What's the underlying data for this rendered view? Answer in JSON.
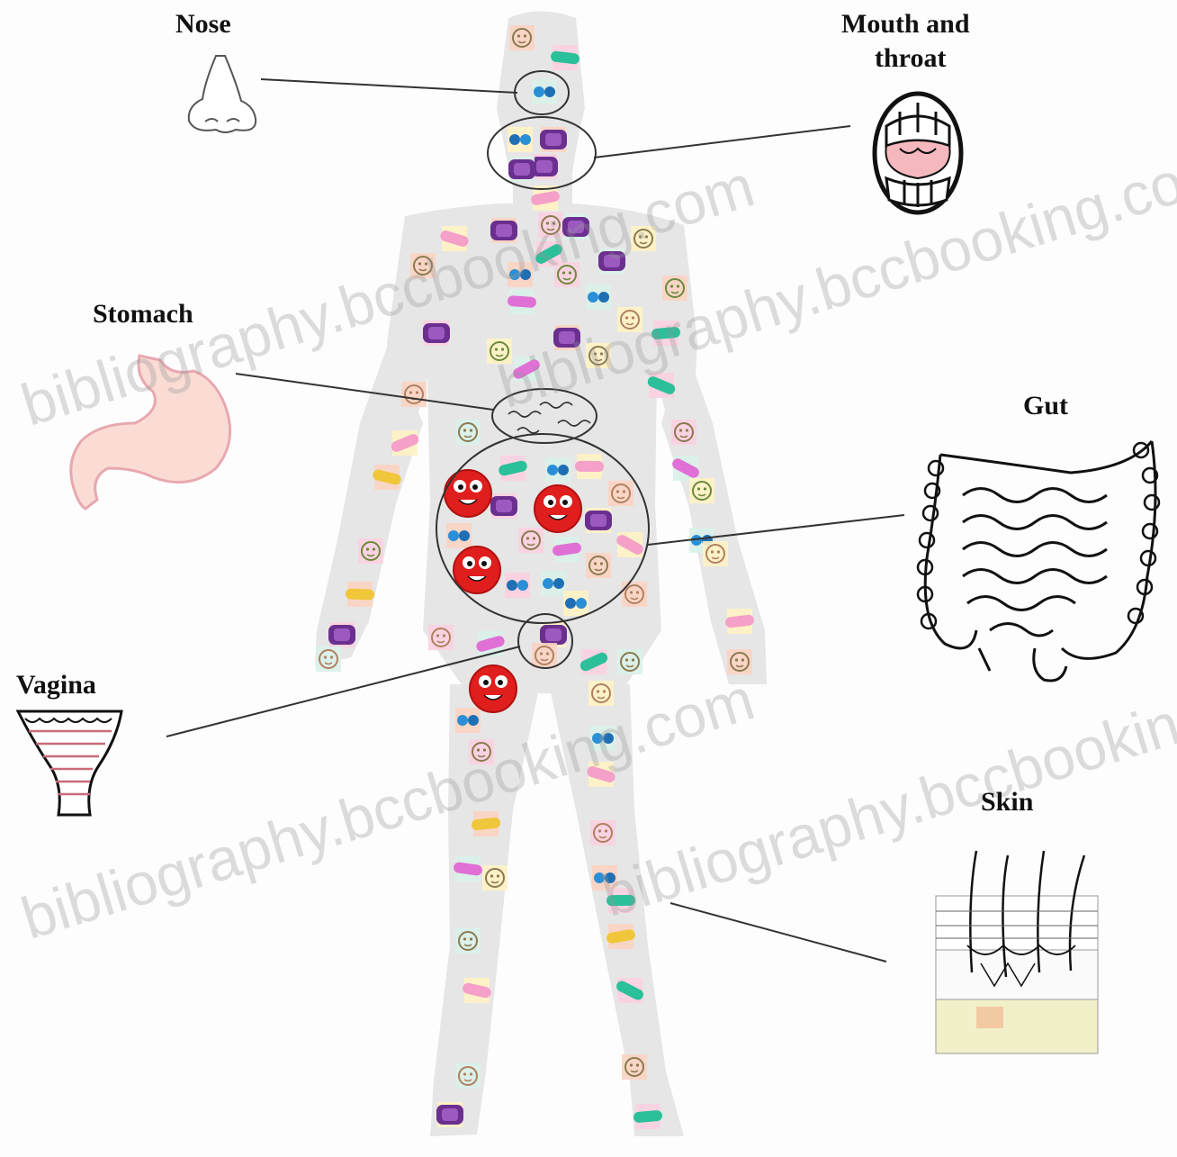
{
  "labels": {
    "nose": "Nose",
    "mouth_line1": "Mouth and",
    "mouth_line2": "throat",
    "stomach": "Stomach",
    "gut": "Gut",
    "vagina": "Vagina",
    "skin": "Skin"
  },
  "watermark": "bibliography.bccbooking.com",
  "colors": {
    "body": "#e6e6e6",
    "leader_line": "#333333",
    "pathogen_red": "#e01e1e",
    "stomach_fill": "#fadcd4",
    "mouth_fill": "#f6b8bf",
    "skin_fill": "#f1f0c9"
  },
  "icons": [
    "nose-icon",
    "mouth-icon",
    "stomach-icon",
    "gut-icon",
    "vagina-icon",
    "skin-icon",
    "bacteria-icon",
    "pathogen-icon"
  ]
}
